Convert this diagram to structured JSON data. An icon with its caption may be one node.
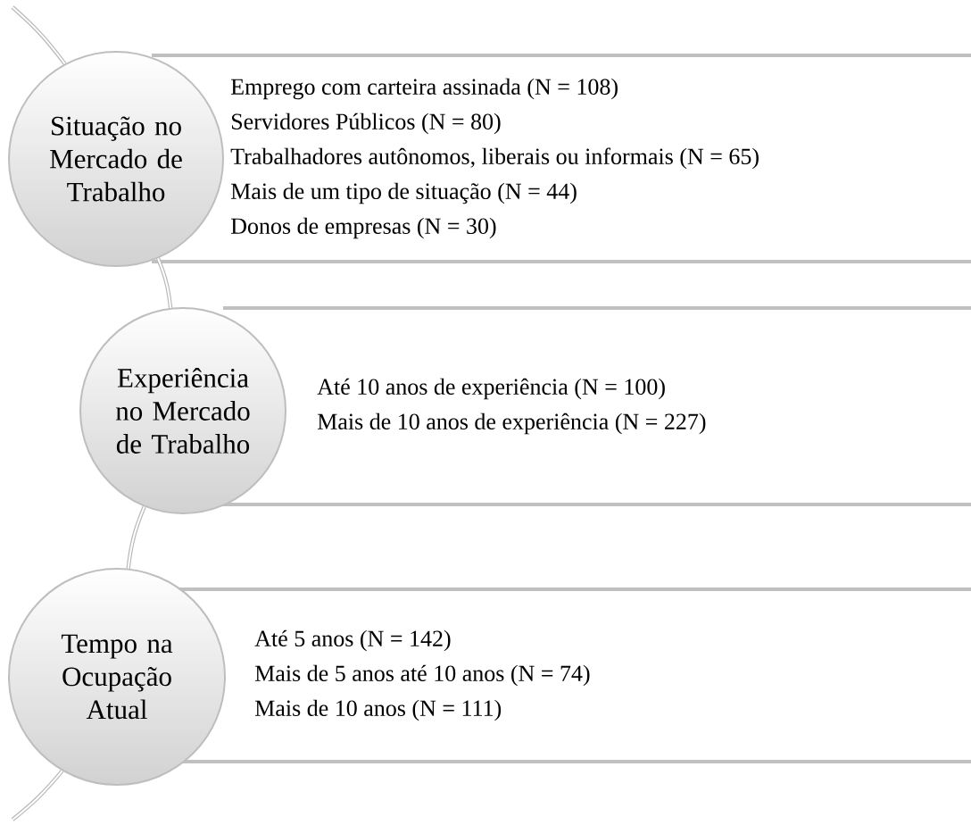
{
  "diagram": {
    "nodes": [
      {
        "text": [
          "Situação no Mercado de Trabalho"
        ]
      },
      {
        "text": [
          "Emprego com carteira assinada (N = 108)",
          "Servidores Públicos (N = 80)",
          "Trabalhadores autônomos, liberais ou informais (N = 65)",
          "Mais de um tipo de situação (N = 44)",
          "Donos de empresas (N = 30)"
        ]
      },
      {
        "text": [
          "Experiência no Mercado de Trabalho"
        ]
      },
      {
        "text": [
          "Até 10 anos de experiência (N = 100)",
          "Mais de 10 anos de experiência (N = 227)"
        ]
      },
      {
        "text": [
          "Tempo na Ocupação Atual"
        ]
      },
      {
        "text": [
          "Até 5 anos (N = 142)",
          "Mais de 5 anos até 10 anos (N = 74)",
          "Mais de 10 anos (N = 111)"
        ]
      }
    ],
    "edges": [
      {
        "from": null,
        "to": 0,
        "arrow": "none"
      },
      {
        "from": 0,
        "to": 2,
        "arrow": "none"
      },
      {
        "from": 2,
        "to": 4,
        "arrow": "none"
      },
      {
        "from": 4,
        "to": null,
        "arrow": "none"
      }
    ]
  }
}
